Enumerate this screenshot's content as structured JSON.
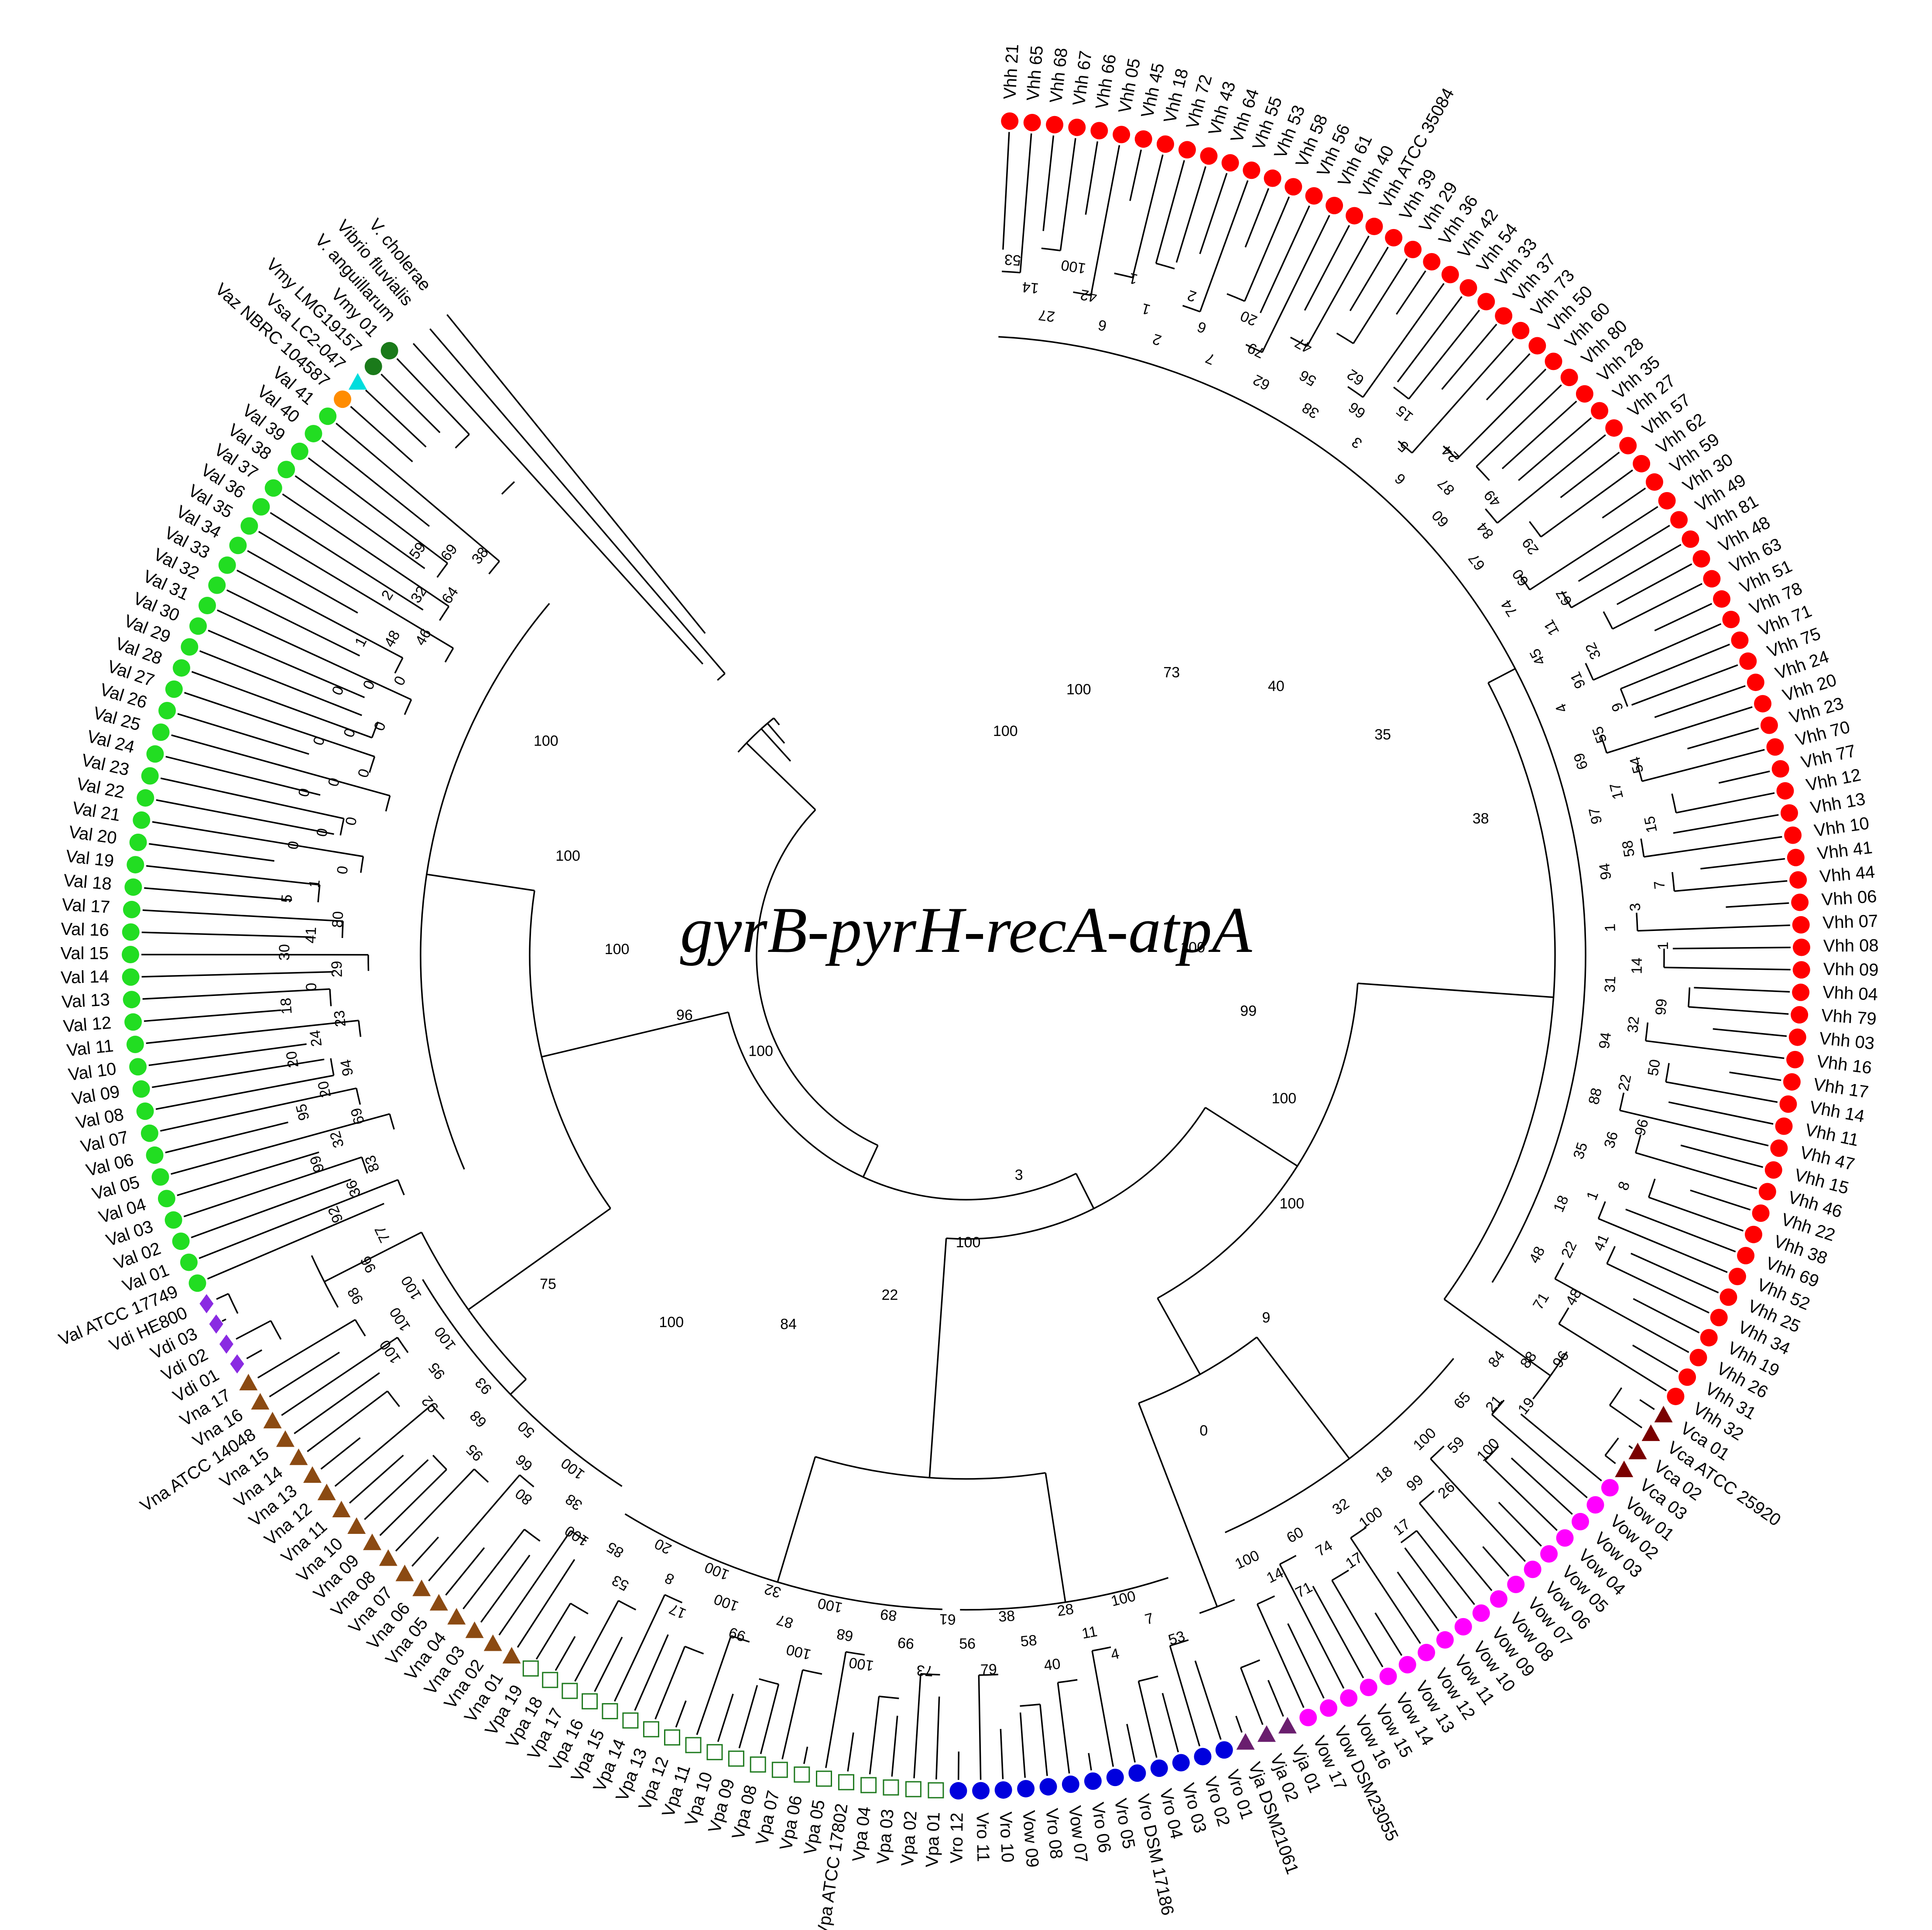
{
  "title": "gyrB-pyrH-recA-atpA",
  "colors": {
    "Vhh": "#ff0000",
    "Vca": "#7a0000",
    "Vow": "#ff00ff",
    "Vja": "#6a1e6e",
    "Vro": "#0000dd",
    "Vpa": "#1f7a1f",
    "Vna": "#8b4a12",
    "Vdi": "#8a2be2",
    "Val": "#22dd22",
    "Vaz": "#ff8c00",
    "Vsa": "#00dddd",
    "Vmy": "#1a7a1a",
    "line": "#000000"
  },
  "marker_shapes": {
    "Vhh": "circle",
    "Vca": "triangle",
    "Vow": "circle",
    "Vja": "triangle",
    "Vro": "circle",
    "Vpa": "open-square",
    "Vna": "triangle",
    "Vdi": "diamond",
    "Val": "circle",
    "Vaz": "circle",
    "Vsa": "triangle",
    "Vmy": "circle",
    "none": "none"
  },
  "tips": [
    {
      "label": "Vhh 21",
      "g": "Vhh"
    },
    {
      "label": "Vhh 65",
      "g": "Vhh"
    },
    {
      "label": "Vhh 68",
      "g": "Vhh"
    },
    {
      "label": "Vhh 67",
      "g": "Vhh"
    },
    {
      "label": "Vhh 66",
      "g": "Vhh"
    },
    {
      "label": "Vhh 05",
      "g": "Vhh"
    },
    {
      "label": "Vhh 45",
      "g": "Vhh"
    },
    {
      "label": "Vhh 18",
      "g": "Vhh"
    },
    {
      "label": "Vhh 72",
      "g": "Vhh"
    },
    {
      "label": "Vhh 43",
      "g": "Vhh"
    },
    {
      "label": "Vhh 64",
      "g": "Vhh"
    },
    {
      "label": "Vhh 55",
      "g": "Vhh"
    },
    {
      "label": "Vhh 53",
      "g": "Vhh"
    },
    {
      "label": "Vhh 58",
      "g": "Vhh"
    },
    {
      "label": "Vhh 56",
      "g": "Vhh"
    },
    {
      "label": "Vhh 61",
      "g": "Vhh"
    },
    {
      "label": "Vhh 40",
      "g": "Vhh"
    },
    {
      "label": "Vhh ATCC 35084",
      "g": "Vhh"
    },
    {
      "label": "Vhh 39",
      "g": "Vhh"
    },
    {
      "label": "Vhh 29",
      "g": "Vhh"
    },
    {
      "label": "Vhh 36",
      "g": "Vhh"
    },
    {
      "label": "Vhh 42",
      "g": "Vhh"
    },
    {
      "label": "Vhh 54",
      "g": "Vhh"
    },
    {
      "label": "Vhh 33",
      "g": "Vhh"
    },
    {
      "label": "Vhh 37",
      "g": "Vhh"
    },
    {
      "label": "Vhh 73",
      "g": "Vhh"
    },
    {
      "label": "Vhh 50",
      "g": "Vhh"
    },
    {
      "label": "Vhh 60",
      "g": "Vhh"
    },
    {
      "label": "Vhh 80",
      "g": "Vhh"
    },
    {
      "label": "Vhh 28",
      "g": "Vhh"
    },
    {
      "label": "Vhh 35",
      "g": "Vhh"
    },
    {
      "label": "Vhh 27",
      "g": "Vhh"
    },
    {
      "label": "Vhh 57",
      "g": "Vhh"
    },
    {
      "label": "Vhh 62",
      "g": "Vhh"
    },
    {
      "label": "Vhh 59",
      "g": "Vhh"
    },
    {
      "label": "Vhh 30",
      "g": "Vhh"
    },
    {
      "label": "Vhh 49",
      "g": "Vhh"
    },
    {
      "label": "Vhh 81",
      "g": "Vhh"
    },
    {
      "label": "Vhh 48",
      "g": "Vhh"
    },
    {
      "label": "Vhh 63",
      "g": "Vhh"
    },
    {
      "label": "Vhh 51",
      "g": "Vhh"
    },
    {
      "label": "Vhh 78",
      "g": "Vhh"
    },
    {
      "label": "Vhh 71",
      "g": "Vhh"
    },
    {
      "label": "Vhh 75",
      "g": "Vhh"
    },
    {
      "label": "Vhh 24",
      "g": "Vhh"
    },
    {
      "label": "Vhh 20",
      "g": "Vhh"
    },
    {
      "label": "Vhh 23",
      "g": "Vhh"
    },
    {
      "label": "Vhh 70",
      "g": "Vhh"
    },
    {
      "label": "Vhh 77",
      "g": "Vhh"
    },
    {
      "label": "Vhh 12",
      "g": "Vhh"
    },
    {
      "label": "Vhh 13",
      "g": "Vhh"
    },
    {
      "label": "Vhh 10",
      "g": "Vhh"
    },
    {
      "label": "Vhh 41",
      "g": "Vhh"
    },
    {
      "label": "Vhh 44",
      "g": "Vhh"
    },
    {
      "label": "Vhh 06",
      "g": "Vhh"
    },
    {
      "label": "Vhh 07",
      "g": "Vhh"
    },
    {
      "label": "Vhh 08",
      "g": "Vhh"
    },
    {
      "label": "Vhh 09",
      "g": "Vhh"
    },
    {
      "label": "Vhh 04",
      "g": "Vhh"
    },
    {
      "label": "Vhh 79",
      "g": "Vhh"
    },
    {
      "label": "Vhh 03",
      "g": "Vhh"
    },
    {
      "label": "Vhh 16",
      "g": "Vhh"
    },
    {
      "label": "Vhh 17",
      "g": "Vhh"
    },
    {
      "label": "Vhh 14",
      "g": "Vhh"
    },
    {
      "label": "Vhh 11",
      "g": "Vhh"
    },
    {
      "label": "Vhh 47",
      "g": "Vhh"
    },
    {
      "label": "Vhh 15",
      "g": "Vhh"
    },
    {
      "label": "Vhh 46",
      "g": "Vhh"
    },
    {
      "label": "Vhh 22",
      "g": "Vhh"
    },
    {
      "label": "Vhh 38",
      "g": "Vhh"
    },
    {
      "label": "Vhh 69",
      "g": "Vhh"
    },
    {
      "label": "Vhh 52",
      "g": "Vhh"
    },
    {
      "label": "Vhh 25",
      "g": "Vhh"
    },
    {
      "label": "Vhh 34",
      "g": "Vhh"
    },
    {
      "label": "Vhh 19",
      "g": "Vhh"
    },
    {
      "label": "Vhh 26",
      "g": "Vhh"
    },
    {
      "label": "Vhh 31",
      "g": "Vhh"
    },
    {
      "label": "Vhh 32",
      "g": "Vhh"
    },
    {
      "label": "Vca 01",
      "g": "Vca"
    },
    {
      "label": "Vca ATCC 25920",
      "g": "Vca"
    },
    {
      "label": "Vca 02",
      "g": "Vca"
    },
    {
      "label": "Vca 03",
      "g": "Vca"
    },
    {
      "label": "Vow 01",
      "g": "Vow"
    },
    {
      "label": "Vow 02",
      "g": "Vow"
    },
    {
      "label": "Vow 03",
      "g": "Vow"
    },
    {
      "label": "Vow 04",
      "g": "Vow"
    },
    {
      "label": "Vow 05",
      "g": "Vow"
    },
    {
      "label": "Vow 06",
      "g": "Vow"
    },
    {
      "label": "Vow 07",
      "g": "Vow"
    },
    {
      "label": "Vow 08",
      "g": "Vow"
    },
    {
      "label": "Vow 09",
      "g": "Vow"
    },
    {
      "label": "Vow 10",
      "g": "Vow"
    },
    {
      "label": "Vow 11",
      "g": "Vow"
    },
    {
      "label": "Vow 12",
      "g": "Vow"
    },
    {
      "label": "Vow 13",
      "g": "Vow"
    },
    {
      "label": "Vow 14",
      "g": "Vow"
    },
    {
      "label": "Vow 15",
      "g": "Vow"
    },
    {
      "label": "Vow 16",
      "g": "Vow"
    },
    {
      "label": "Vow DSM23055",
      "g": "Vow"
    },
    {
      "label": "Vow 17",
      "g": "Vow"
    },
    {
      "label": "Vja 01",
      "g": "Vja"
    },
    {
      "label": "Vja 02",
      "g": "Vja"
    },
    {
      "label": "Vja DSM21061",
      "g": "Vja"
    },
    {
      "label": "Vro 01",
      "g": "Vro"
    },
    {
      "label": "Vro 02",
      "g": "Vro"
    },
    {
      "label": "Vro 03",
      "g": "Vro"
    },
    {
      "label": "Vro 04",
      "g": "Vro"
    },
    {
      "label": "Vro DSM 17186",
      "g": "Vro"
    },
    {
      "label": "Vro 05",
      "g": "Vro"
    },
    {
      "label": "Vro 06",
      "g": "Vro"
    },
    {
      "label": "Vow 07",
      "g": "Vro"
    },
    {
      "label": "Vro 08",
      "g": "Vro"
    },
    {
      "label": "Vow 09",
      "g": "Vro"
    },
    {
      "label": "Vro 10",
      "g": "Vro"
    },
    {
      "label": "Vro 11",
      "g": "Vro"
    },
    {
      "label": "Vro 12",
      "g": "Vro"
    },
    {
      "label": "Vpa 01",
      "g": "Vpa"
    },
    {
      "label": "Vpa 02",
      "g": "Vpa"
    },
    {
      "label": "Vpa 03",
      "g": "Vpa"
    },
    {
      "label": "Vpa 04",
      "g": "Vpa"
    },
    {
      "label": "Vpa ATCC 17802",
      "g": "Vpa"
    },
    {
      "label": "Vpa 05",
      "g": "Vpa"
    },
    {
      "label": "Vpa 06",
      "g": "Vpa"
    },
    {
      "label": "Vpa 07",
      "g": "Vpa"
    },
    {
      "label": "Vpa 08",
      "g": "Vpa"
    },
    {
      "label": "Vpa 09",
      "g": "Vpa"
    },
    {
      "label": "Vpa 10",
      "g": "Vpa"
    },
    {
      "label": "Vpa 11",
      "g": "Vpa"
    },
    {
      "label": "Vpa 12",
      "g": "Vpa"
    },
    {
      "label": "Vpa 13",
      "g": "Vpa"
    },
    {
      "label": "Vpa 14",
      "g": "Vpa"
    },
    {
      "label": "Vpa 15",
      "g": "Vpa"
    },
    {
      "label": "Vpa 16",
      "g": "Vpa"
    },
    {
      "label": "Vpa 17",
      "g": "Vpa"
    },
    {
      "label": "Vpa 18",
      "g": "Vpa"
    },
    {
      "label": "Vpa 19",
      "g": "Vpa"
    },
    {
      "label": "Vna 01",
      "g": "Vna"
    },
    {
      "label": "Vna 02",
      "g": "Vna"
    },
    {
      "label": "Vna 03",
      "g": "Vna"
    },
    {
      "label": "Vna 04",
      "g": "Vna"
    },
    {
      "label": "Vna 05",
      "g": "Vna"
    },
    {
      "label": "Vna 06",
      "g": "Vna"
    },
    {
      "label": "Vna 07",
      "g": "Vna"
    },
    {
      "label": "Vna 08",
      "g": "Vna"
    },
    {
      "label": "Vna 09",
      "g": "Vna"
    },
    {
      "label": "Vna 10",
      "g": "Vna"
    },
    {
      "label": "Vna 11",
      "g": "Vna"
    },
    {
      "label": "Vna 12",
      "g": "Vna"
    },
    {
      "label": "Vna 13",
      "g": "Vna"
    },
    {
      "label": "Vna 14",
      "g": "Vna"
    },
    {
      "label": "Vna 15",
      "g": "Vna"
    },
    {
      "label": "Vna ATCC 14048",
      "g": "Vna"
    },
    {
      "label": "Vna 16",
      "g": "Vna"
    },
    {
      "label": "Vna 17",
      "g": "Vna"
    },
    {
      "label": "Vdi 01",
      "g": "Vdi"
    },
    {
      "label": "Vdi 02",
      "g": "Vdi"
    },
    {
      "label": "Vdi 03",
      "g": "Vdi"
    },
    {
      "label": "Vdi HE800",
      "g": "Vdi"
    },
    {
      "label": "Val ATCC 17749",
      "g": "Val"
    },
    {
      "label": "Val 01",
      "g": "Val"
    },
    {
      "label": "Val 02",
      "g": "Val"
    },
    {
      "label": "Val 03",
      "g": "Val"
    },
    {
      "label": "Val 04",
      "g": "Val"
    },
    {
      "label": "Val 05",
      "g": "Val"
    },
    {
      "label": "Val 06",
      "g": "Val"
    },
    {
      "label": "Val 07",
      "g": "Val"
    },
    {
      "label": "Val 08",
      "g": "Val"
    },
    {
      "label": "Val 09",
      "g": "Val"
    },
    {
      "label": "Val 10",
      "g": "Val"
    },
    {
      "label": "Val 11",
      "g": "Val"
    },
    {
      "label": "Val 12",
      "g": "Val"
    },
    {
      "label": "Val 13",
      "g": "Val"
    },
    {
      "label": "Val 14",
      "g": "Val"
    },
    {
      "label": "Val 15",
      "g": "Val"
    },
    {
      "label": "Val 16",
      "g": "Val"
    },
    {
      "label": "Val 17",
      "g": "Val"
    },
    {
      "label": "Val 18",
      "g": "Val"
    },
    {
      "label": "Val 19",
      "g": "Val"
    },
    {
      "label": "Val 20",
      "g": "Val"
    },
    {
      "label": "Val 21",
      "g": "Val"
    },
    {
      "label": "Val 22",
      "g": "Val"
    },
    {
      "label": "Val 23",
      "g": "Val"
    },
    {
      "label": "Val 24",
      "g": "Val"
    },
    {
      "label": "Val 25",
      "g": "Val"
    },
    {
      "label": "Val 26",
      "g": "Val"
    },
    {
      "label": "Val 27",
      "g": "Val"
    },
    {
      "label": "Val 28",
      "g": "Val"
    },
    {
      "label": "Val 29",
      "g": "Val"
    },
    {
      "label": "Val 30",
      "g": "Val"
    },
    {
      "label": "Val 31",
      "g": "Val"
    },
    {
      "label": "Val 32",
      "g": "Val"
    },
    {
      "label": "Val 33",
      "g": "Val"
    },
    {
      "label": "Val 34",
      "g": "Val"
    },
    {
      "label": "Val 35",
      "g": "Val"
    },
    {
      "label": "Val 36",
      "g": "Val"
    },
    {
      "label": "Val 37",
      "g": "Val"
    },
    {
      "label": "Val 38",
      "g": "Val"
    },
    {
      "label": "Val 39",
      "g": "Val"
    },
    {
      "label": "Val 40",
      "g": "Val"
    },
    {
      "label": "Val 41",
      "g": "Val"
    },
    {
      "label": "Vaz NBRC 104587",
      "g": "Vaz"
    },
    {
      "label": "Vsa LC2-047",
      "g": "Vsa"
    },
    {
      "label": "Vmy LMG19157",
      "g": "Vmy"
    },
    {
      "label": "Vmy 01",
      "g": "Vmy"
    },
    {
      "label": "V. anguillarum",
      "g": "none"
    },
    {
      "label": "Vibrio fluvialis",
      "g": "none"
    },
    {
      "label": "V. cholerae",
      "g": "none"
    }
  ],
  "bootstrap_values": {
    "backbone": [
      "100",
      "100",
      "73",
      "40",
      "35",
      "38",
      "100",
      "99",
      "100",
      "100",
      "9",
      "0",
      "3",
      "100",
      "22",
      "84",
      "100",
      "75",
      "100",
      "96",
      "100",
      "100",
      "100"
    ],
    "Vhh": [
      "53",
      "14",
      "27",
      "100",
      "42",
      "6",
      "1",
      "1",
      "2",
      "2",
      "6",
      "7",
      "20",
      "79",
      "62",
      "47",
      "56",
      "38",
      "62",
      "66",
      "3",
      "15",
      "5",
      "6",
      "24",
      "87",
      "60",
      "49",
      "84",
      "67",
      "29",
      "60",
      "74",
      "67",
      "11",
      "45",
      "32",
      "91",
      "4",
      "9",
      "55",
      "69",
      "54",
      "17",
      "97",
      "15",
      "58",
      "94",
      "7",
      "3",
      "1",
      "1",
      "14",
      "31",
      "99",
      "32",
      "94",
      "50",
      "22",
      "88",
      "96",
      "36",
      "35",
      "8",
      "1",
      "18",
      "41",
      "22",
      "48",
      "48",
      "71"
    ],
    "Vca_Vow": [
      "96",
      "88",
      "84",
      "19",
      "21",
      "65",
      "100",
      "59",
      "100",
      "26",
      "99",
      "18",
      "17",
      "100",
      "32",
      "17",
      "74",
      "60",
      "71",
      "14",
      "100"
    ],
    "Vro_Vpa": [
      "53",
      "7",
      "100",
      "4",
      "11",
      "28",
      "40",
      "58",
      "38",
      "79",
      "56",
      "61",
      "73",
      "99",
      "89",
      "100",
      "68",
      "100",
      "100",
      "87",
      "32",
      "99",
      "100",
      "100",
      "17",
      "8",
      "20",
      "53",
      "85"
    ],
    "Vna_Vdi": [
      "100",
      "38",
      "100",
      "80",
      "66",
      "50",
      "95",
      "68",
      "93",
      "92",
      "95",
      "100",
      "100",
      "100",
      "100",
      "98",
      "96",
      "77"
    ],
    "Val": [
      "92",
      "36",
      "83",
      "99",
      "32",
      "69",
      "95",
      "20",
      "94",
      "20",
      "24",
      "23",
      "18",
      "0",
      "29",
      "30",
      "41",
      "80",
      "5",
      "1",
      "0",
      "0",
      "0",
      "0",
      "0",
      "0",
      "0",
      "0",
      "0",
      "0",
      "0",
      "0",
      "0",
      "1",
      "48",
      "46",
      "2",
      "32",
      "64",
      "59",
      "69",
      "38"
    ]
  }
}
